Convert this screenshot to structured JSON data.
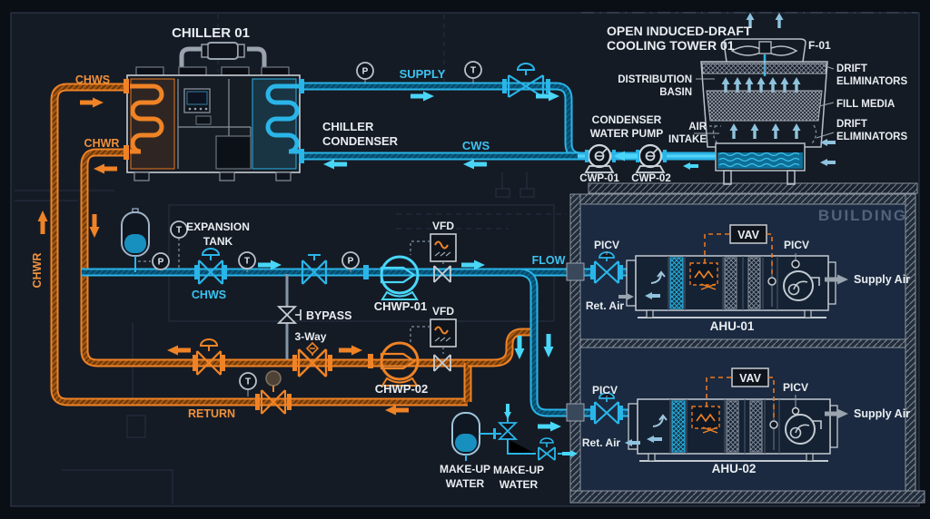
{
  "colors": {
    "accent_blue": "#2ab5e8",
    "accent_orange": "#ef8326",
    "background": "#151b25",
    "building_background": "#1b2a40",
    "text_white": "#e9edf1",
    "text_gray": "#52627a"
  },
  "labels": {
    "chiller_title": "CHILLER 01",
    "chws_port": "CHWS",
    "chwr_port": "CHWR",
    "chwr_riser": "CHWR",
    "supply": "SUPPLY",
    "cws": "CWS",
    "chiller_condenser_1": "CHILLER",
    "chiller_condenser_2": "CONDENSER",
    "tower_title_1": "OPEN INDUCED-DRAFT",
    "tower_title_2": "COOLING TOWER 01",
    "fan_tag": "F-01",
    "drift_1": "DRIFT",
    "drift_2": "ELIMINATORS",
    "fill_media": "FILL MEDIA",
    "distribution_1": "DISTRIBUTION",
    "distribution_2": "BASIN",
    "air_1": "AIR",
    "air_2": "INTAKE",
    "cwp_caption_1": "CONDENSER",
    "cwp_caption_2": "WATER PUMP",
    "cwp01": "CWP-01",
    "cwp02": "CWP-02",
    "expansion_1": "EXPANSION",
    "expansion_2": "TANK",
    "chws_main": "CHWS",
    "bypass": "BYPASS",
    "three_way": "3-Way",
    "chwp01": "CHWP-01",
    "chwp02": "CHWP-02",
    "vfd": "VFD",
    "flow": "FLOW",
    "return_label": "RETURN",
    "building": "BUILDING",
    "picv": "PICV",
    "vav": "VAV",
    "supply_air": "Supply Air",
    "ret_air": "Ret. Air",
    "ahu01": "AHU-01",
    "ahu02": "AHU-02",
    "makeup_1": "MAKE-UP",
    "makeup_2": "WATER",
    "sensor_t": "T",
    "sensor_p": "P"
  }
}
